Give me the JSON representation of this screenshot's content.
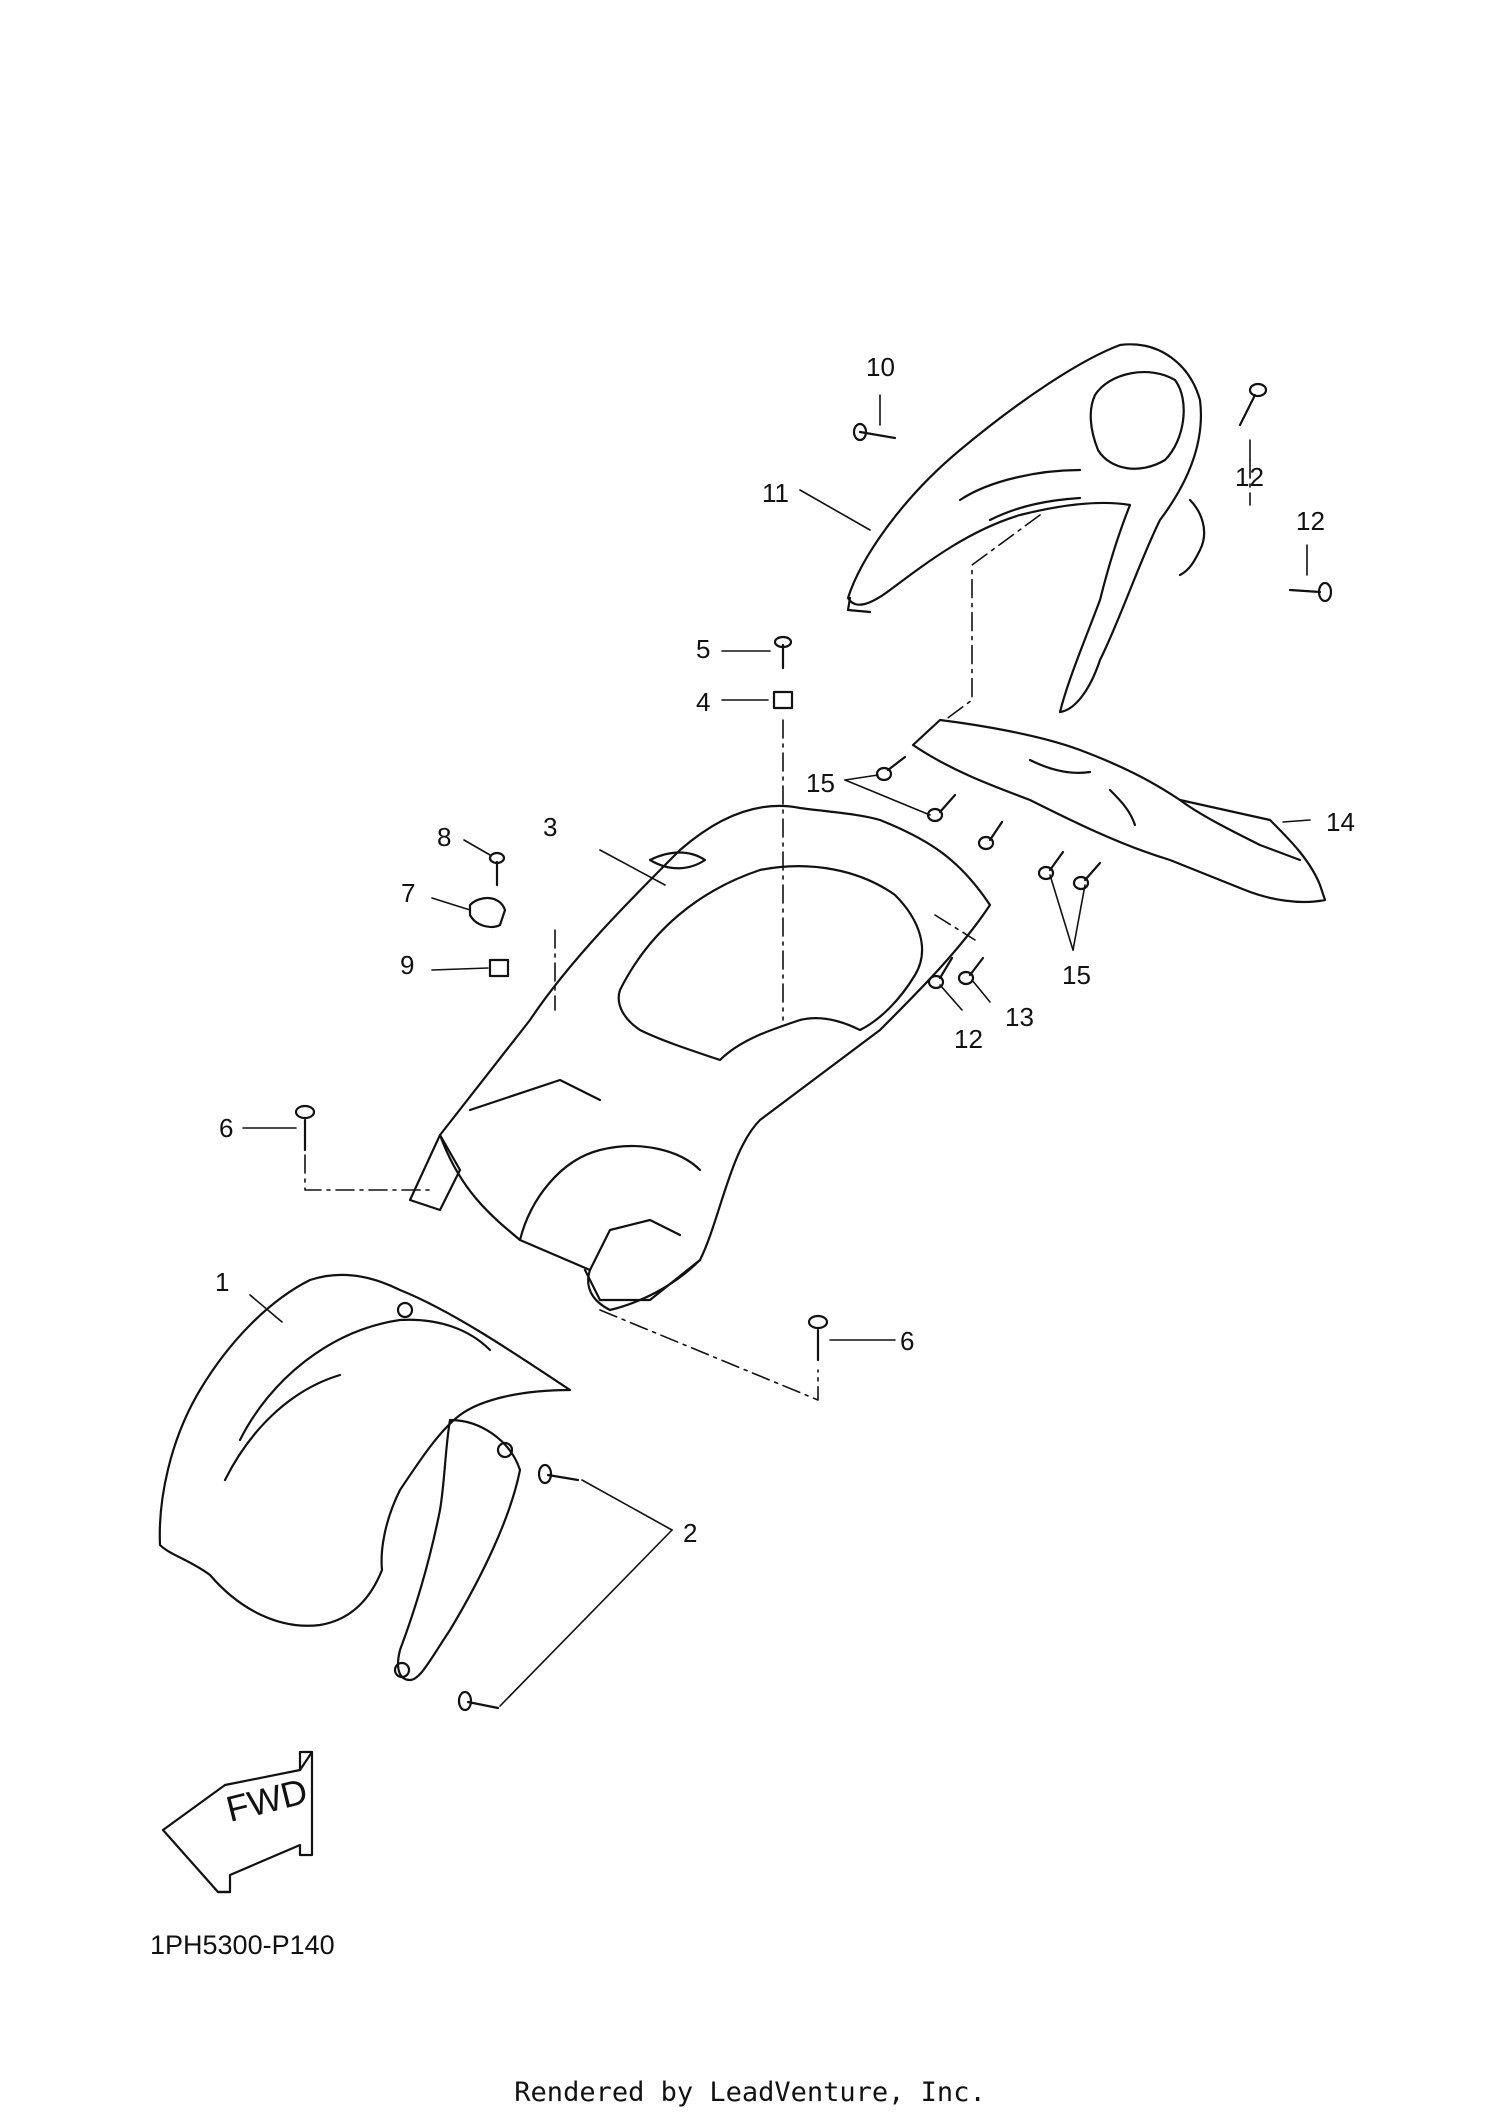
{
  "diagram": {
    "drawing_code": "1PH5300-P140",
    "footer": "Rendered by LeadVenture, Inc.",
    "fwd_label": "FWD",
    "part_callouts": [
      "1",
      "2",
      "3",
      "4",
      "5",
      "6",
      "6",
      "7",
      "8",
      "9",
      "10",
      "11",
      "12",
      "12",
      "12",
      "13",
      "14",
      "15",
      "15"
    ]
  }
}
